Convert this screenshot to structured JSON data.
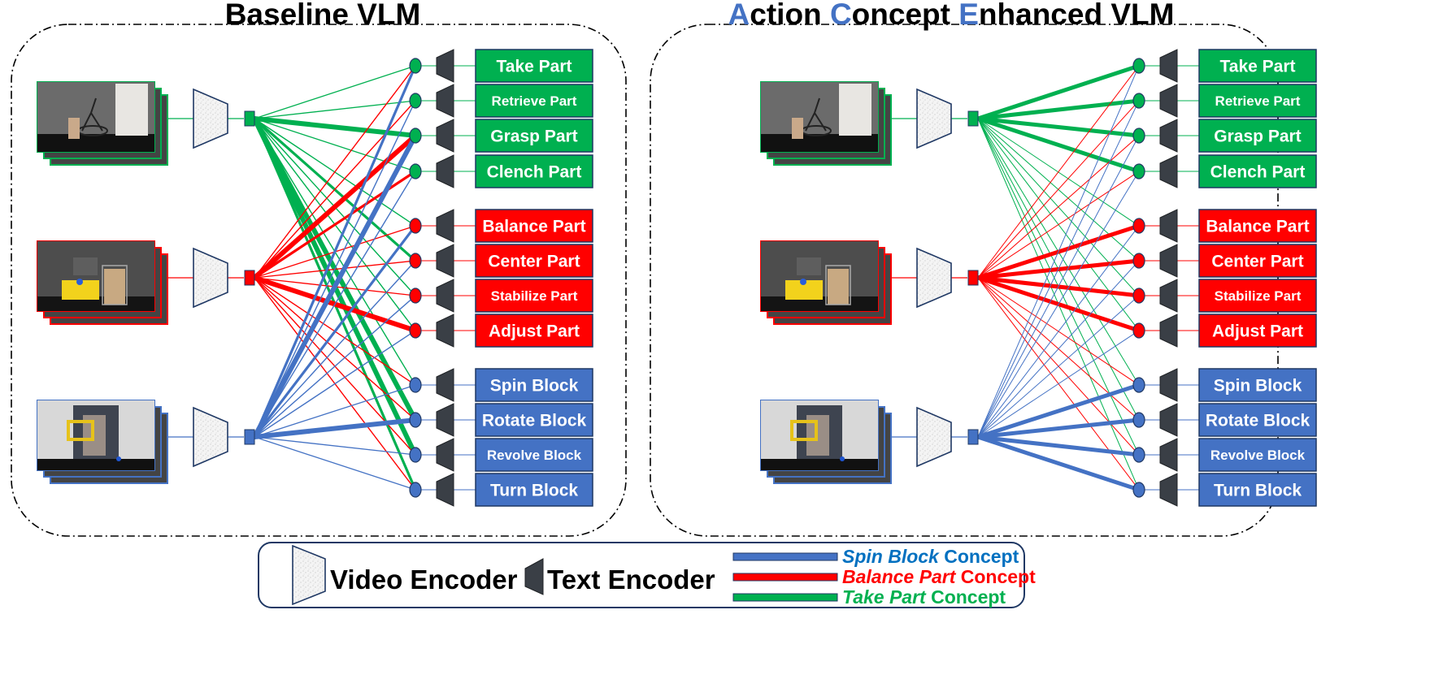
{
  "panels": [
    {
      "id": "baseline",
      "title_parts": [
        {
          "text": "Baseline VLM",
          "color": "#000000"
        }
      ],
      "emphasis": "cross",
      "ttype": "baseline"
    },
    {
      "id": "enhanced",
      "title_parts": [
        {
          "text": "A",
          "color": "#4472C4"
        },
        {
          "text": "ction ",
          "color": "#000000"
        },
        {
          "text": "C",
          "color": "#4472C4"
        },
        {
          "text": "oncept ",
          "color": "#000000"
        },
        {
          "text": "E",
          "color": "#4472C4"
        },
        {
          "text": "nhanced VLM",
          "color": "#000000"
        }
      ],
      "emphasis": "own",
      "ttype": "enhanced"
    }
  ],
  "videos": [
    {
      "id": "take",
      "color": "#00B050",
      "scene": "gripper-arm"
    },
    {
      "id": "balance",
      "color": "#FF0000",
      "scene": "yellow-board"
    },
    {
      "id": "spin",
      "color": "#4472C4",
      "scene": "person-frame"
    }
  ],
  "groups": [
    {
      "color": "#00B050",
      "labels": [
        "Take Part",
        "Retrieve Part",
        "Grasp Part",
        "Clench Part"
      ]
    },
    {
      "color": "#FF0000",
      "labels": [
        "Balance Part",
        "Center Part",
        "Stabilize Part",
        "Adjust Part"
      ]
    },
    {
      "color": "#4472C4",
      "labels": [
        "Spin Block",
        "Rotate Block",
        "Revolve Block",
        "Turn Block"
      ]
    }
  ],
  "baseline_thick_edges": [
    {
      "from": 0,
      "to": 2
    },
    {
      "from": 0,
      "to": 10
    },
    {
      "from": 1,
      "to": 7
    },
    {
      "from": 1,
      "to": 2
    },
    {
      "from": 2,
      "to": 9
    },
    {
      "from": 2,
      "to": 2
    },
    {
      "from": 0,
      "to": 9
    }
  ],
  "legend": {
    "video_encoder": "Video Encoder",
    "text_encoder": "Text Encoder",
    "concepts": [
      {
        "italic": "Spin Block",
        "rest": " Concept",
        "color": "#4472C4",
        "text_color": "#0070C0"
      },
      {
        "italic": "Balance Part",
        "rest": " Concept",
        "color": "#FF0000",
        "text_color": "#FF0000"
      },
      {
        "italic": "Take Part",
        "rest": " Concept",
        "color": "#00B050",
        "text_color": "#00B050"
      }
    ]
  }
}
